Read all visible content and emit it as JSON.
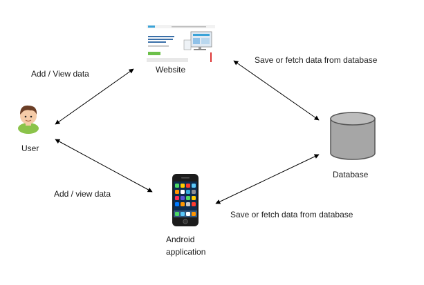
{
  "nodes": {
    "user": {
      "label": "User",
      "icon": "user-avatar-icon"
    },
    "website": {
      "label": "Website",
      "icon": "website-screenshot-icon"
    },
    "database": {
      "label": "Database",
      "icon": "database-cylinder-icon"
    },
    "android": {
      "label_line1": "Android",
      "label_line2": "application",
      "icon": "smartphone-icon"
    }
  },
  "edges": {
    "user_website": {
      "label": "Add / View data"
    },
    "user_android": {
      "label": "Add / view data"
    },
    "website_database": {
      "label": "Save or fetch data from database"
    },
    "android_database": {
      "label": "Save or fetch data from database"
    }
  },
  "colors": {
    "arrow": "#000000",
    "database_fill": "#a6a6a6",
    "database_stroke": "#555555",
    "skin": "#f5cba7",
    "hair": "#6b3e26",
    "shirt": "#8bc34a",
    "phone_body": "#1c1c1c"
  }
}
